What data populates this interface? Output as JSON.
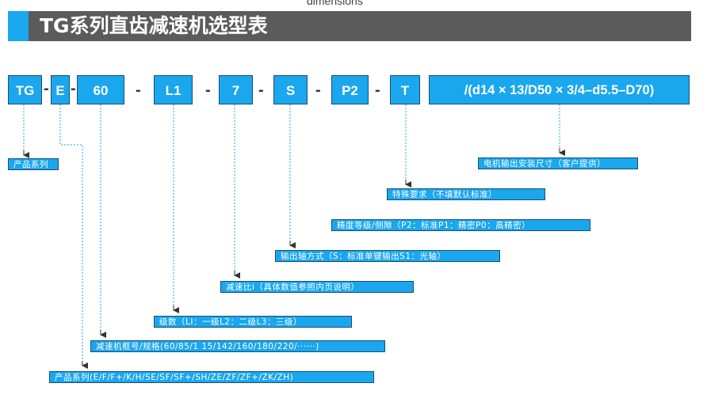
{
  "header": {
    "overflow_text": "dimensions",
    "title": "TG系列直齿减速机选型表"
  },
  "colors": {
    "box_blue": "#1aa7ee",
    "title_bar": "#5b5b5b",
    "accent_blue": "#1aa7ee",
    "connector": "#1aa7ee"
  },
  "codes": [
    "TG",
    "E",
    "60",
    "L1",
    "7",
    "S",
    "P2",
    "T",
    "/(d14 × 13/D50 × 3/4–d5.5–D70)"
  ],
  "separator": "-",
  "labels": {
    "series": "产品系列",
    "motor_dims": "电机输出安装尺寸（客户提供）",
    "special": "特殊要求（不填默认标准）",
    "precision": "精度等级/侧隙（P2：标准P1：精密P0：高精密）",
    "output_shaft": "输出轴方式（S：标准单键输出S1：光轴）",
    "ratio": "减速比i（具体数值参照内页说明）",
    "stages": "级数（LI：一级L2：二级L3：三级）",
    "frame_size": "减速机框号/规格(60/85/1 15/142/160/180/220/······)",
    "product_series_full": "产品系列(E/F/F+/K/H/SE/SF/SF+/SH/ZE/ZF/ZF+/ZK/ZH)"
  }
}
